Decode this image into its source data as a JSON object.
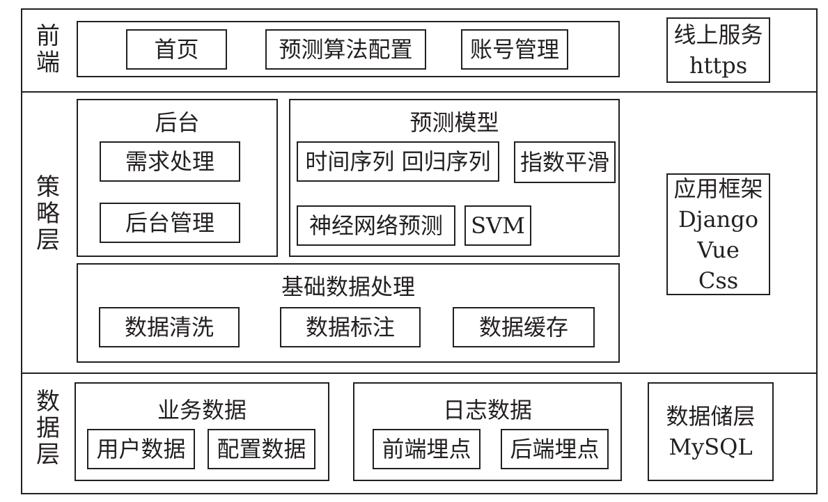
{
  "layers": {
    "frontend": "前\n端",
    "strategy": "策\n略\n层",
    "data": "数\n据\n层"
  },
  "frontend": {
    "items": [
      "首页",
      "预测算法配置",
      "账号管理"
    ],
    "service": {
      "title": "线上服务",
      "protocol": "https"
    }
  },
  "backend": {
    "title": "后台",
    "items": [
      "需求处理",
      "后台管理"
    ]
  },
  "models": {
    "title": "预测模型",
    "items": [
      "时间序列 回归序列",
      "指数平滑",
      "神经网络预测",
      "SVM"
    ]
  },
  "basic": {
    "title": "基础数据处理",
    "items": [
      "数据清洗",
      "数据标注",
      "数据缓存"
    ]
  },
  "framework": {
    "title": "应用框架",
    "items": [
      "Django",
      "Vue",
      "Css"
    ]
  },
  "business": {
    "title": "业务数据",
    "items": [
      "用户数据",
      "配置数据"
    ]
  },
  "logs": {
    "title": "日志数据",
    "items": [
      "前端埋点",
      "后端埋点"
    ]
  },
  "storage": {
    "title": "数据储层",
    "db": "MySQL"
  }
}
